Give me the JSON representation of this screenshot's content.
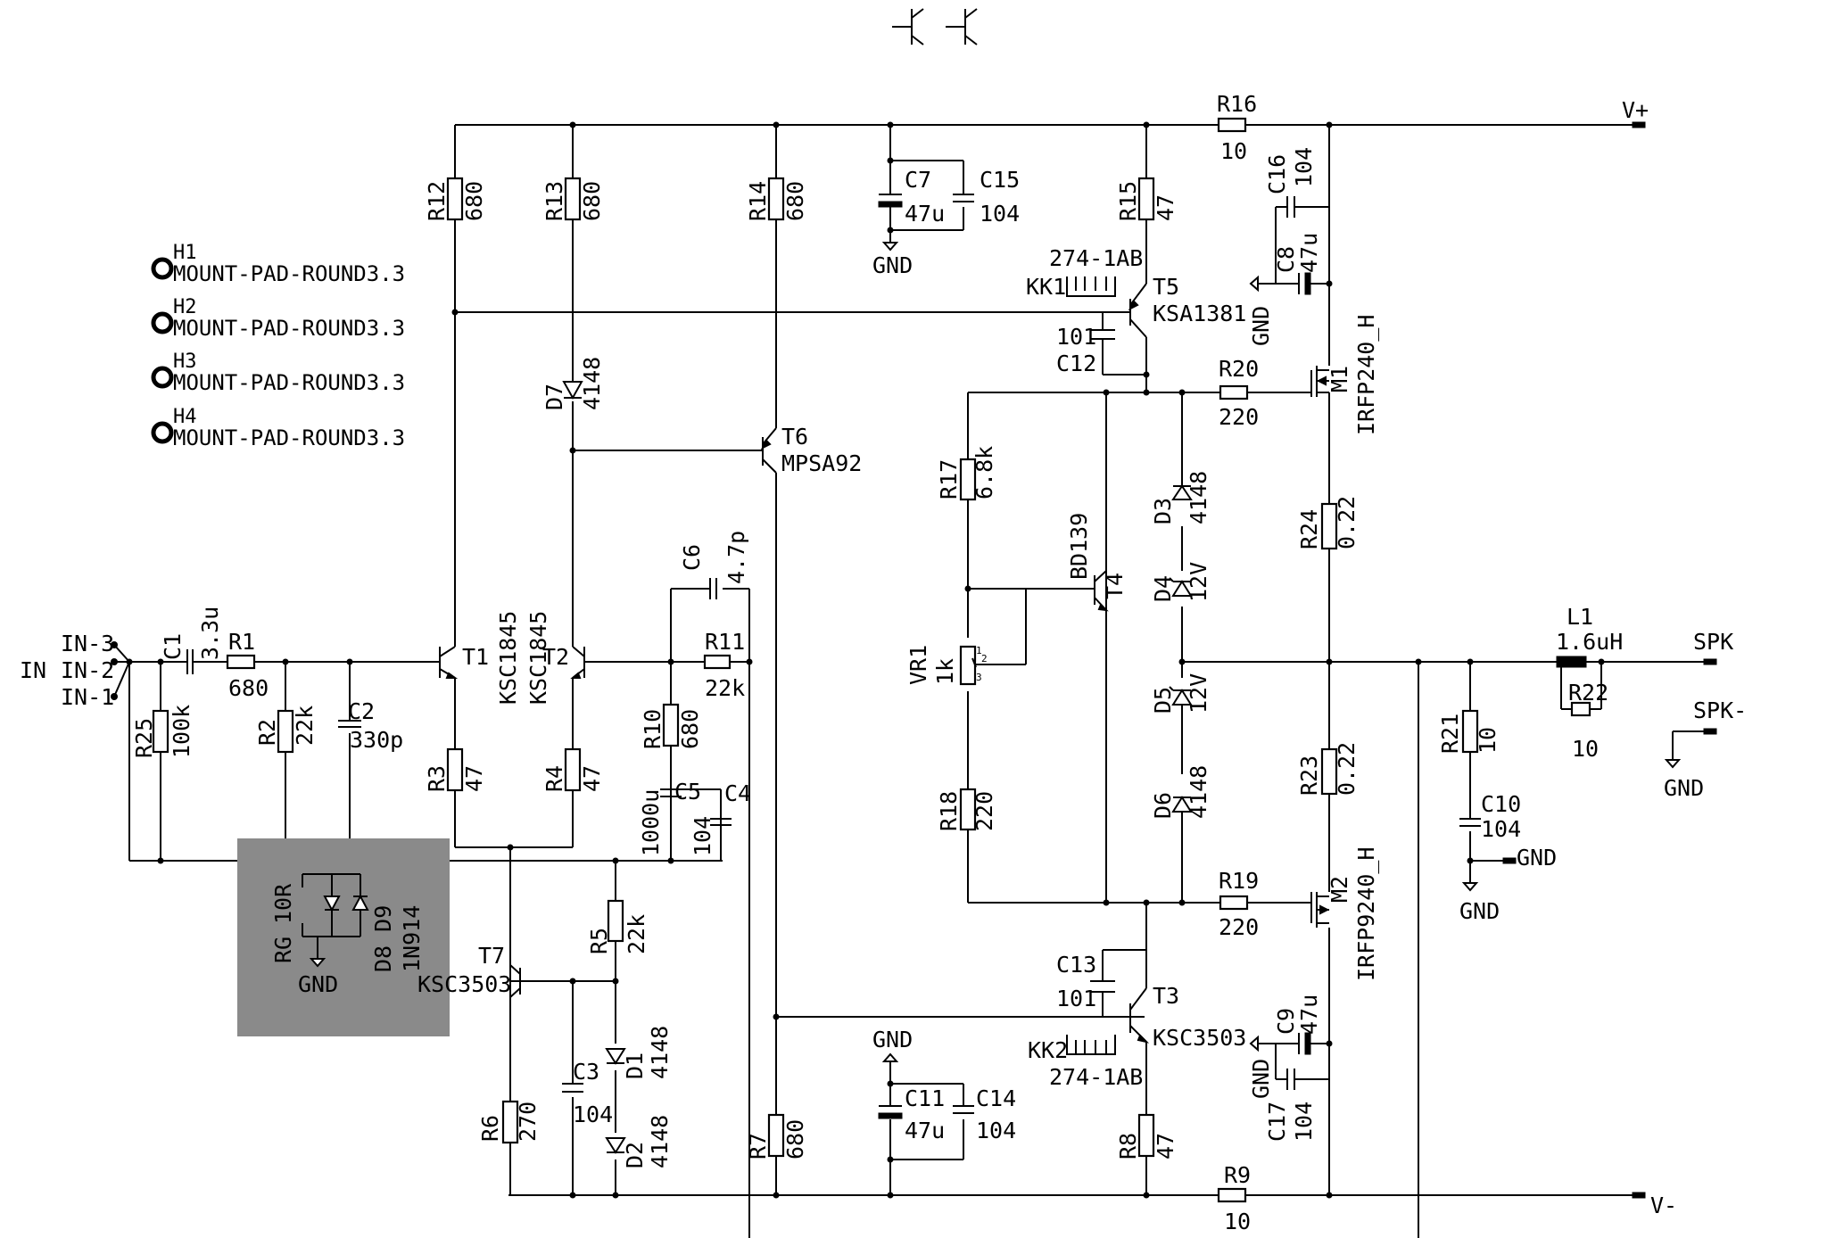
{
  "nets": {
    "vplus": "V+",
    "vminus": "V-",
    "in": "IN",
    "in3": "IN-3",
    "in2": "IN-2",
    "in1": "IN-1",
    "spk": "SPK",
    "spkminus": "SPK-",
    "gnd": "GND"
  },
  "mounting_holes": [
    {
      "ref": "H1",
      "value": "MOUNT-PAD-ROUND3.3"
    },
    {
      "ref": "H2",
      "value": "MOUNT-PAD-ROUND3.3"
    },
    {
      "ref": "H3",
      "value": "MOUNT-PAD-ROUND3.3"
    },
    {
      "ref": "H4",
      "value": "MOUNT-PAD-ROUND3.3"
    }
  ],
  "resistors": {
    "R1": "680",
    "R2": "22k",
    "R3": "47",
    "R4": "47",
    "R5": "22k",
    "R6": "270",
    "R7": "680",
    "R8": "47",
    "R9": "10",
    "R10": "680",
    "R11": "22k",
    "R12": "680",
    "R13": "680",
    "R14": "680",
    "R15": "47",
    "R16": "10",
    "R17": "6.8k",
    "R18": "220",
    "R19": "220",
    "R20": "220",
    "R21": "10",
    "R22": "10",
    "R23": "0.22",
    "R24": "0.22",
    "R25": "100k",
    "RG": "10R"
  },
  "capacitors": {
    "C1": "3.3u",
    "C2": "330p",
    "C3": "104",
    "C4": "",
    "C5": "104",
    "C5b": "1000u",
    "C6": "4.7p",
    "C7": "47u",
    "C8": "47u",
    "C9": "47u",
    "C10": "104",
    "C11": "47u",
    "C12": "101",
    "C13": "101",
    "C14": "104",
    "C15": "104",
    "C16": "104",
    "C17": "104"
  },
  "transistors": {
    "T1": "KSC1845",
    "T2": "KSC1845",
    "T3": "KSC3503",
    "T4": "BD139",
    "T5": "KSA1381",
    "T6": "MPSA92",
    "T7": "KSC3503",
    "M1": "IRFP240_H",
    "M2": "IRFP9240_H"
  },
  "diodes": {
    "D1": "4148",
    "D2": "4148",
    "D3": "4148",
    "D4": "12V",
    "D5": "12V",
    "D6": "4148",
    "D7": "4148",
    "D8D9_refs": "D8 D9",
    "D8D9": "1N914"
  },
  "misc": {
    "VR1": "1k",
    "VR1_pin1": "1",
    "VR1_pin2": "2",
    "VR1_pin3": "3",
    "L1": "1.6uH",
    "KK1": "KK1",
    "KK1_val": "274-1AB",
    "KK2": "KK2",
    "KK2_val": "274-1AB"
  }
}
